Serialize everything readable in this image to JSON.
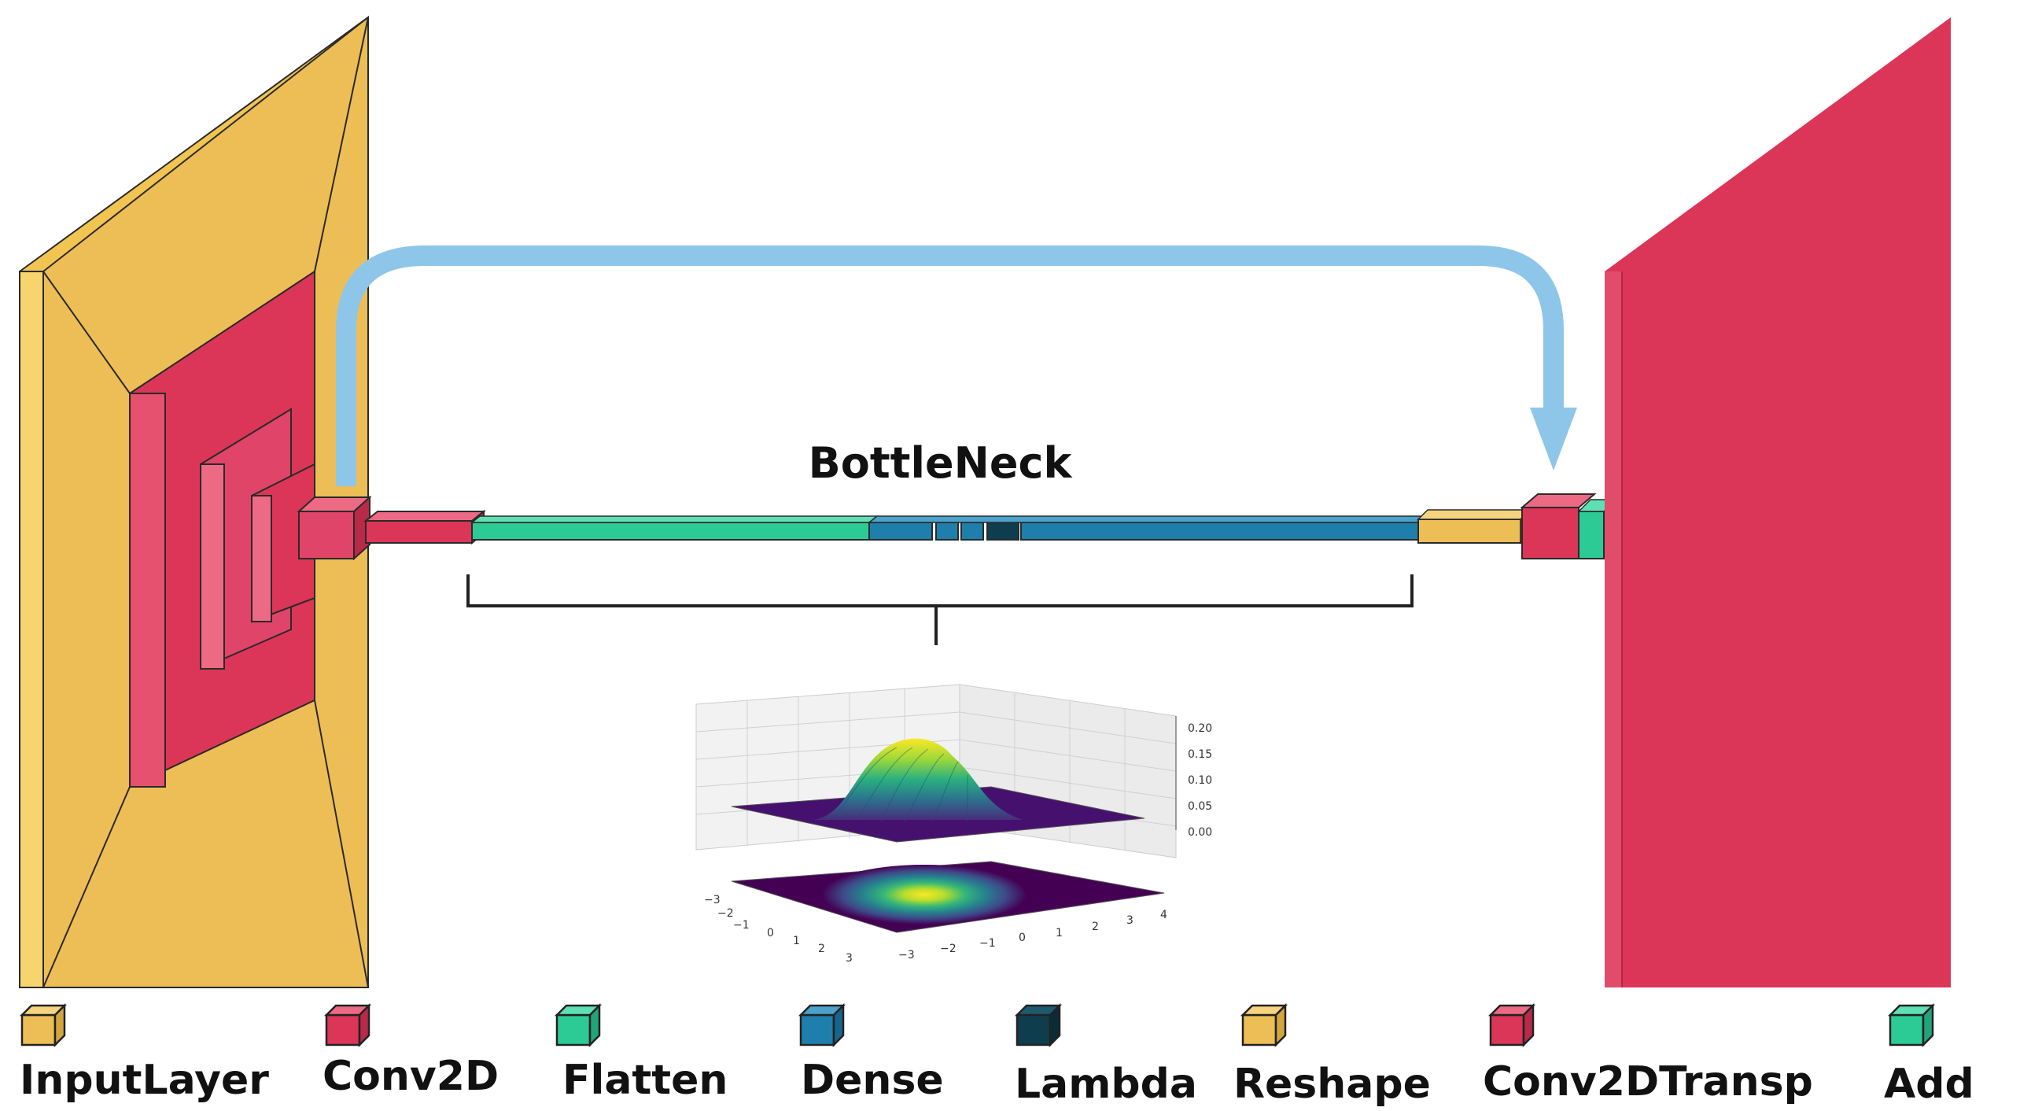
{
  "diagram": {
    "bottleneck_label": "BottleNeck",
    "colors": {
      "input": "#EDBE56",
      "conv": "#DB3657",
      "flatten": "#2CCB96",
      "dense": "#1E7FAD",
      "lambda": "#0E3E4E",
      "reshape": "#EDBE56",
      "convT": "#DB3657",
      "add": "#2CCB96",
      "skip_arrow": "#8EC6EA"
    }
  },
  "legend": {
    "items": [
      {
        "label": "InputLayer",
        "color": "#EDBE56"
      },
      {
        "label": "Conv2D",
        "color": "#DB3657"
      },
      {
        "label": "Flatten",
        "color": "#2CCB96"
      },
      {
        "label": "Dense",
        "color": "#1E7FAD"
      },
      {
        "label": "Lambda",
        "color": "#0E3E4E"
      },
      {
        "label": "Reshape",
        "color": "#EDBE56"
      },
      {
        "label": "Conv2DTransp",
        "color": "#DB3657"
      },
      {
        "label": "Add",
        "color": "#2CCB96"
      }
    ]
  },
  "plot3d": {
    "z_ticks": [
      "0.20",
      "0.15",
      "0.10",
      "0.05",
      "0.00"
    ],
    "x_ticks": [
      "−3",
      "−2",
      "−1",
      "0",
      "1",
      "2",
      "3"
    ],
    "y_ticks": [
      "−3",
      "−2",
      "−1",
      "0",
      "1",
      "2",
      "3",
      "4"
    ]
  }
}
